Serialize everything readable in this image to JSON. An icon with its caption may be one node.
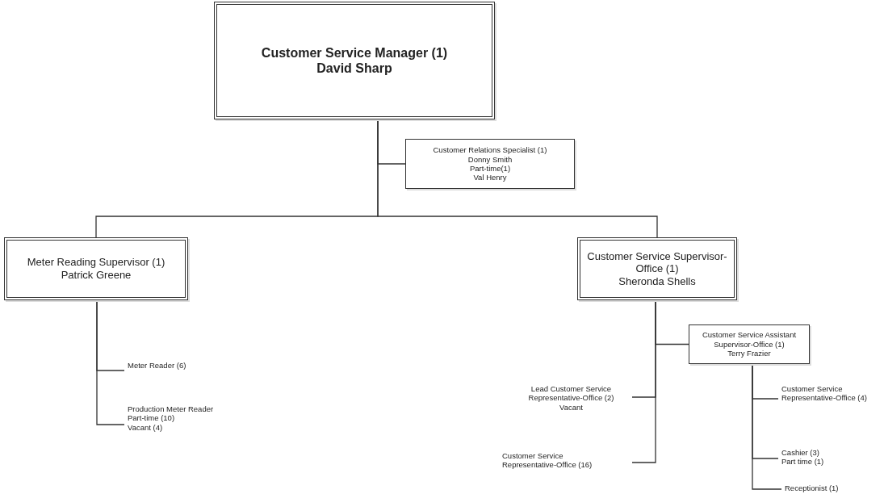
{
  "diagram": {
    "nodes": [
      {
        "text": [
          "Customer Service Manager (1)",
          "David Sharp"
        ]
      },
      {
        "text": [
          "Customer Relations Specialist (1)",
          "Donny Smith",
          "Part-time(1)",
          "Val Henry"
        ]
      },
      {
        "text": [
          "Meter Reading Supervisor (1)",
          "Patrick Greene"
        ]
      },
      {
        "text": [
          "Customer Service Supervisor-Office (1)",
          "Sheronda Shells"
        ]
      },
      {
        "text": [
          "Customer Service Assistant Supervisor-Office (1)",
          "Terry Frazier"
        ]
      },
      {
        "text": [
          "Meter Reader (6)"
        ]
      },
      {
        "text": [
          "Production Meter Reader Part-time (10)",
          "Vacant (4)"
        ]
      },
      {
        "text": [
          "Lead Customer Service Representative-Office (2)",
          "Vacant"
        ]
      },
      {
        "text": [
          "Customer Service Representative-Office (16)"
        ]
      },
      {
        "text": [
          "Customer Service Representative-Office (4)"
        ]
      },
      {
        "text": [
          "Cashier (3)",
          "Part time (1)"
        ]
      },
      {
        "text": [
          "Receptionist (1)"
        ]
      }
    ],
    "edges": [
      {
        "from": 0,
        "to": 1,
        "arrow": "none"
      },
      {
        "from": 0,
        "to": 2,
        "arrow": "none"
      },
      {
        "from": 0,
        "to": 3,
        "arrow": "none"
      },
      {
        "from": 2,
        "to": 5,
        "arrow": "none"
      },
      {
        "from": 2,
        "to": 6,
        "arrow": "none"
      },
      {
        "from": 3,
        "to": 4,
        "arrow": "none"
      },
      {
        "from": 3,
        "to": 7,
        "arrow": "none"
      },
      {
        "from": 3,
        "to": 8,
        "arrow": "none"
      },
      {
        "from": 4,
        "to": 9,
        "arrow": "none"
      },
      {
        "from": 4,
        "to": 10,
        "arrow": "none"
      },
      {
        "from": 4,
        "to": 11,
        "arrow": "none"
      }
    ]
  }
}
